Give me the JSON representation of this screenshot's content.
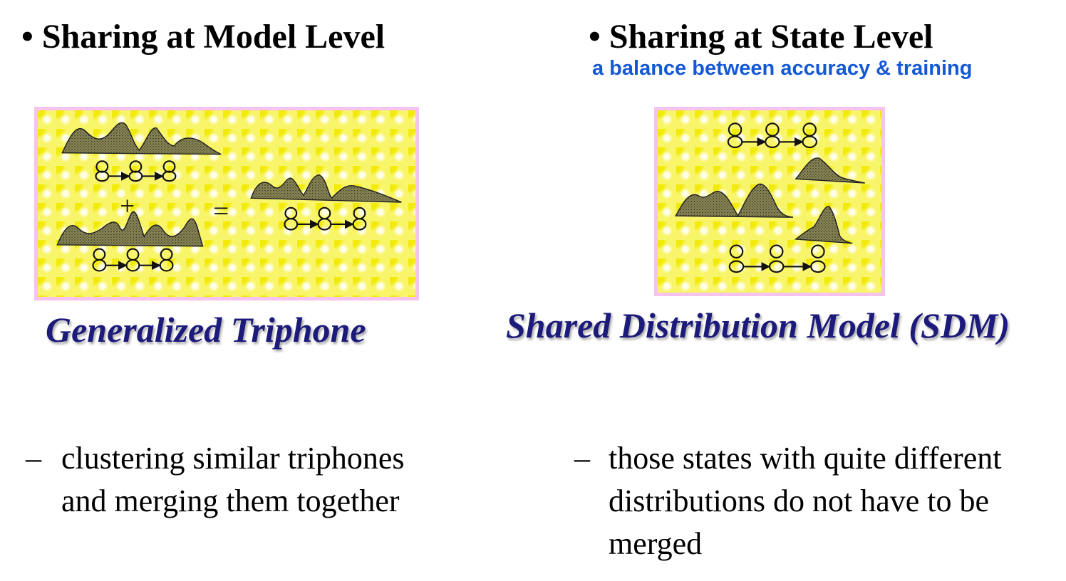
{
  "left": {
    "bullet": "•",
    "heading": "Sharing at Model Level",
    "caption": "Generalized Triphone",
    "dash": "–",
    "lines": [
      "clustering similar triphones",
      "and merging them together"
    ],
    "figure_symbols": {
      "plus": "+",
      "equals": "="
    }
  },
  "right": {
    "bullet": "•",
    "heading": "Sharing at State Level",
    "note": "a balance between accuracy & training",
    "caption": "Shared Distribution Model (SDM)",
    "dash": "–",
    "lines": [
      "those states with quite different",
      "distributions do not have to be",
      "merged"
    ]
  },
  "colors": {
    "note": "#1558d6",
    "caption": "#1c1a7a",
    "figure_border": "#f6c2ee",
    "figure_fill": "#f9f56a"
  }
}
